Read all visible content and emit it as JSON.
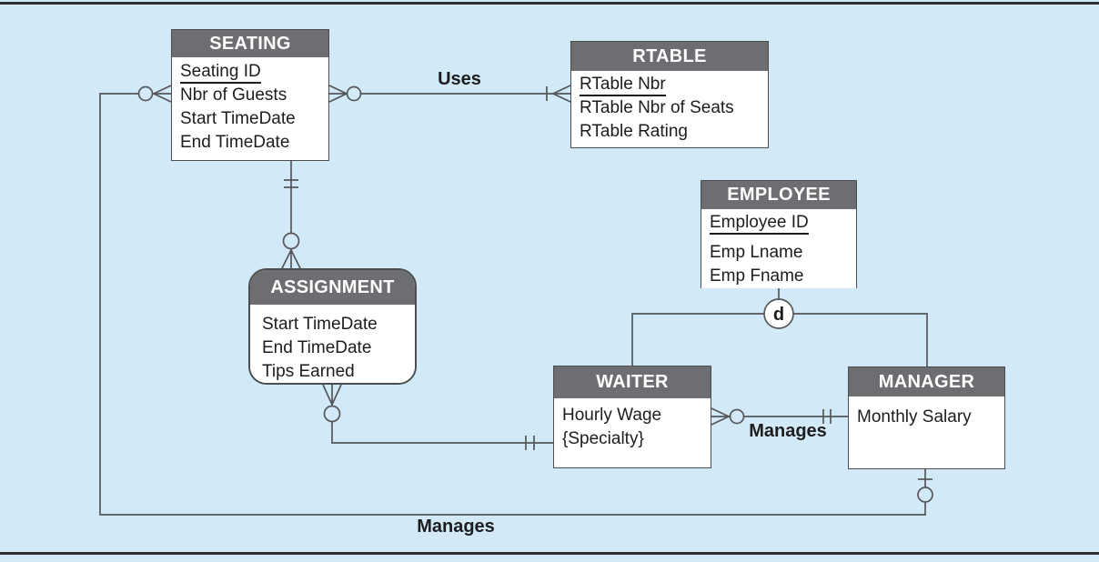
{
  "diagram": {
    "kind": "entity-relationship-diagram-crows-foot",
    "bg_color": "#d2eaf7",
    "line_color": "#55565a",
    "header_bg": "#6d6e71",
    "header_text_color": "#ffffff",
    "body_bg": "#ffffff",
    "frame_color": "#2d2e30"
  },
  "entities": {
    "seating": {
      "title": "SEATING",
      "attributes": [
        {
          "name": "Seating ID",
          "pk": true
        },
        {
          "name": "Nbr of Guests",
          "pk": false
        },
        {
          "name": "Start TimeDate",
          "pk": false
        },
        {
          "name": "End TimeDate",
          "pk": false
        }
      ]
    },
    "rtable": {
      "title": "RTABLE",
      "attributes": [
        {
          "name": "RTable Nbr",
          "pk": true
        },
        {
          "name": "RTable Nbr of Seats",
          "pk": false
        },
        {
          "name": "RTable Rating",
          "pk": false
        }
      ]
    },
    "employee": {
      "title": "EMPLOYEE",
      "attributes": [
        {
          "name": "Employee ID",
          "pk": true
        },
        {
          "name": "Emp Lname",
          "pk": false
        },
        {
          "name": "Emp Fname",
          "pk": false
        }
      ]
    },
    "assignment": {
      "title": "ASSIGNMENT",
      "shape": "rounded-associative-entity",
      "attributes": [
        {
          "name": "Start TimeDate",
          "pk": false
        },
        {
          "name": "End TimeDate",
          "pk": false
        },
        {
          "name": "Tips Earned",
          "pk": false
        }
      ]
    },
    "waiter": {
      "title": "WAITER",
      "attributes": [
        {
          "name": "Hourly Wage",
          "pk": false
        },
        {
          "name": "{Specialty}",
          "pk": false
        }
      ]
    },
    "manager": {
      "title": "MANAGER",
      "attributes": [
        {
          "name": "Monthly Salary",
          "pk": false
        }
      ]
    }
  },
  "relationships": {
    "uses": {
      "label": "Uses",
      "from": "SEATING",
      "to": "RTABLE"
    },
    "manages_waiter": {
      "label": "Manages",
      "from": "MANAGER",
      "to": "WAITER"
    },
    "manages_seating": {
      "label": "Manages",
      "from": "MANAGER",
      "to": "SEATING"
    }
  },
  "subtype": {
    "discriminator": "d",
    "supertype": "EMPLOYEE",
    "subtypes": [
      "WAITER",
      "MANAGER"
    ]
  }
}
